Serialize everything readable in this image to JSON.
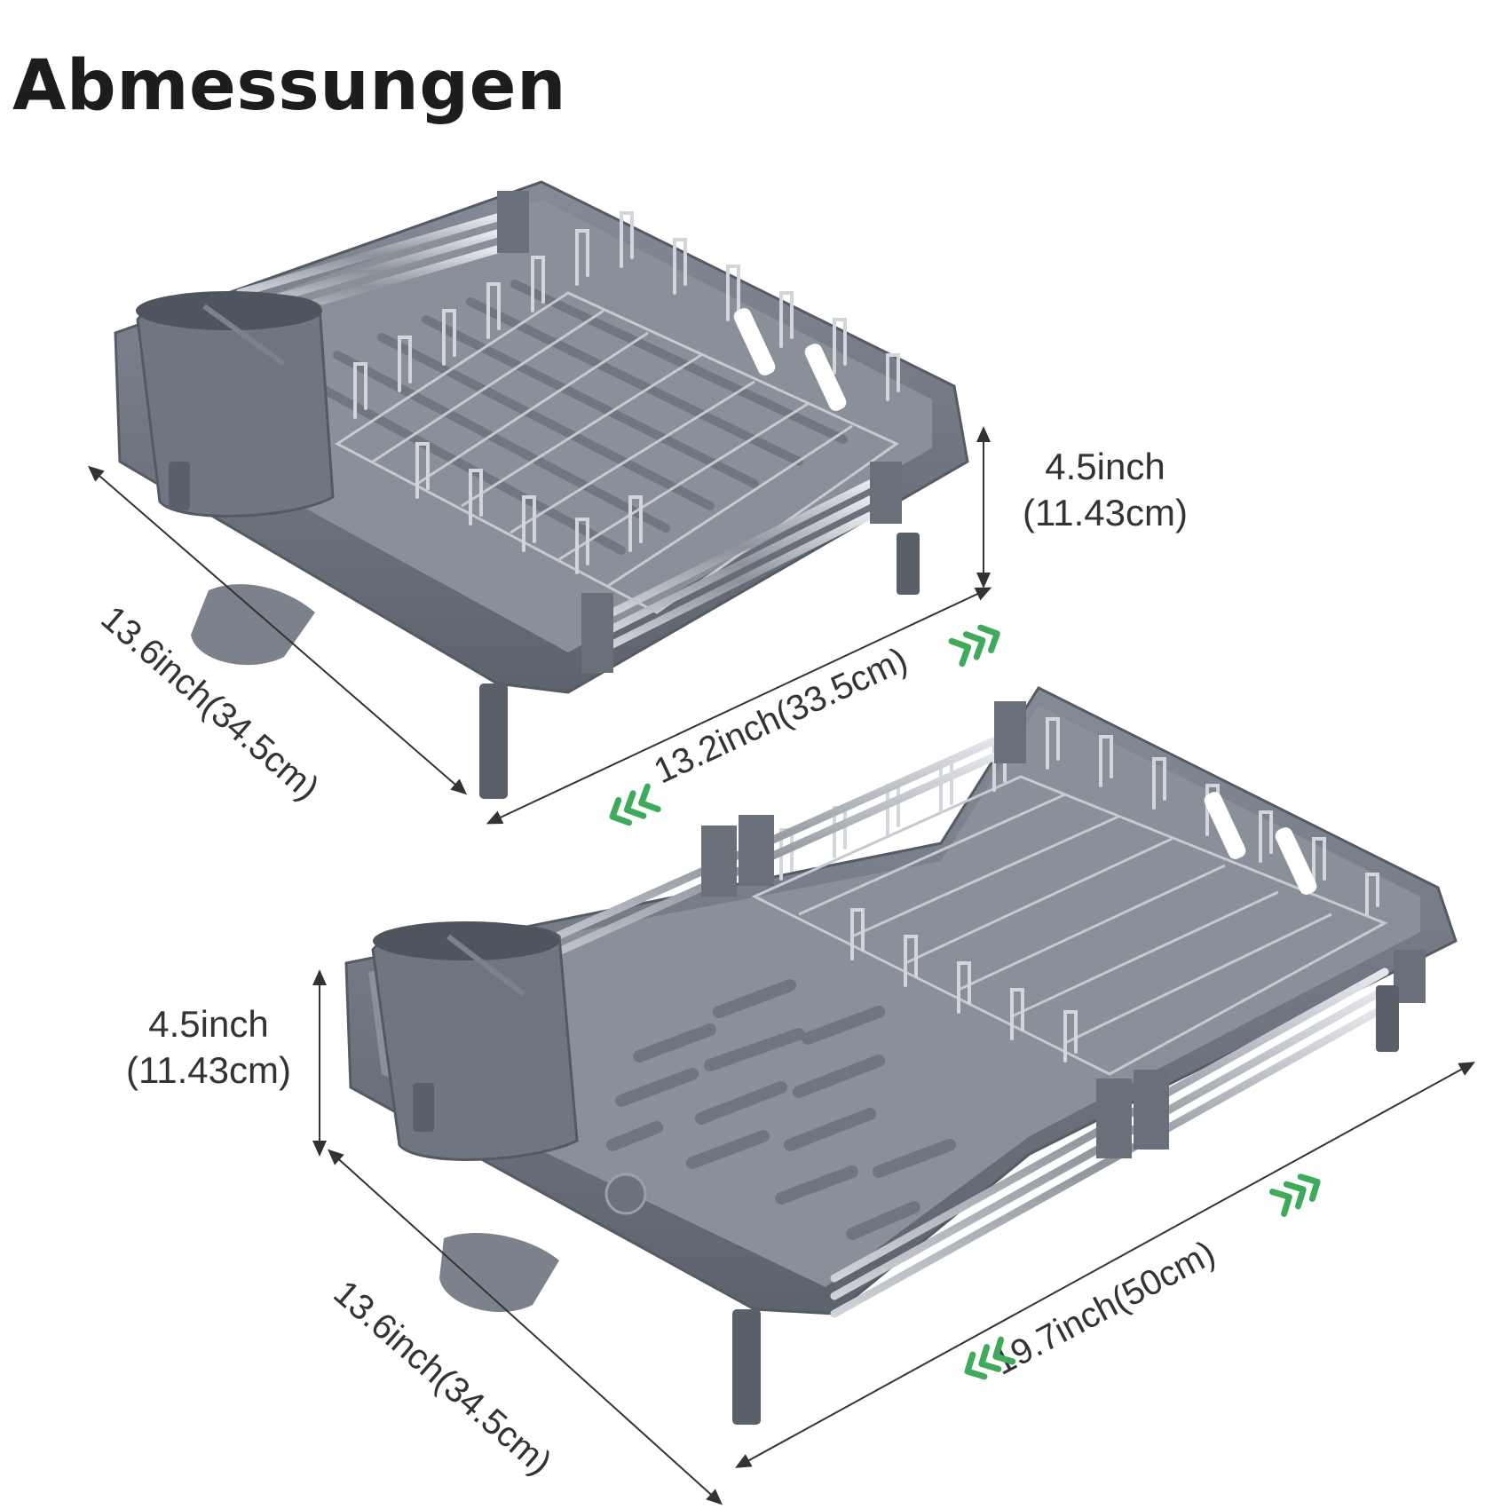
{
  "title": "Abmessungen",
  "colors": {
    "accent_arrows": "#3faa5c",
    "rack_gray": "#6e7480",
    "dimension_text": "#333333"
  },
  "compact": {
    "height_inch": "4.5inch",
    "height_cm": "(11.43cm)",
    "depth": "13.6inch(34.5cm)",
    "width": "13.2inch(33.5cm)"
  },
  "extended": {
    "height_inch": "4.5inch",
    "height_cm": "(11.43cm)",
    "depth": "13.6inch(34.5cm)",
    "width": "19.7inch(50cm)"
  },
  "icons": {
    "expand_left": "double-chevron-left-icon",
    "expand_right": "double-chevron-right-icon"
  }
}
